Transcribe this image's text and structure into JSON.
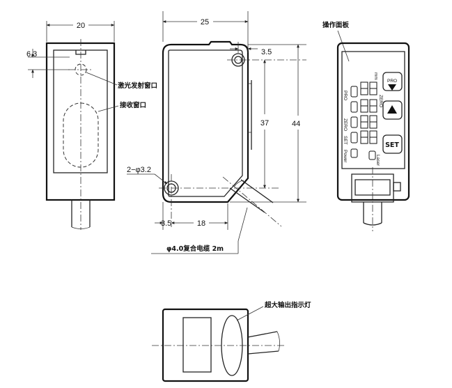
{
  "dimensions": {
    "front_width": "20",
    "front_window_offset": "6.3",
    "side_width": "25",
    "side_top_hole_offset": "3.5",
    "side_hole_spacing_v": "37",
    "side_height": "44",
    "side_bottom_hole_offset": "3.5",
    "side_hole_spacing_h": "18",
    "hole_spec": "2−φ3.2"
  },
  "labels": {
    "laser_window": "激光发射窗口",
    "receive_window": "接收窗口",
    "operation_panel": "操作面板",
    "cable": "φ4.0复合电缆 2m",
    "output_indicator": "超大输出指示灯"
  },
  "panel": {
    "unit": "mm",
    "pro_label": "PRO",
    "zero_label": "ZERO",
    "set_label": "SET",
    "power_label": "Power",
    "laser_label": "Laser",
    "set_button": "SET"
  }
}
